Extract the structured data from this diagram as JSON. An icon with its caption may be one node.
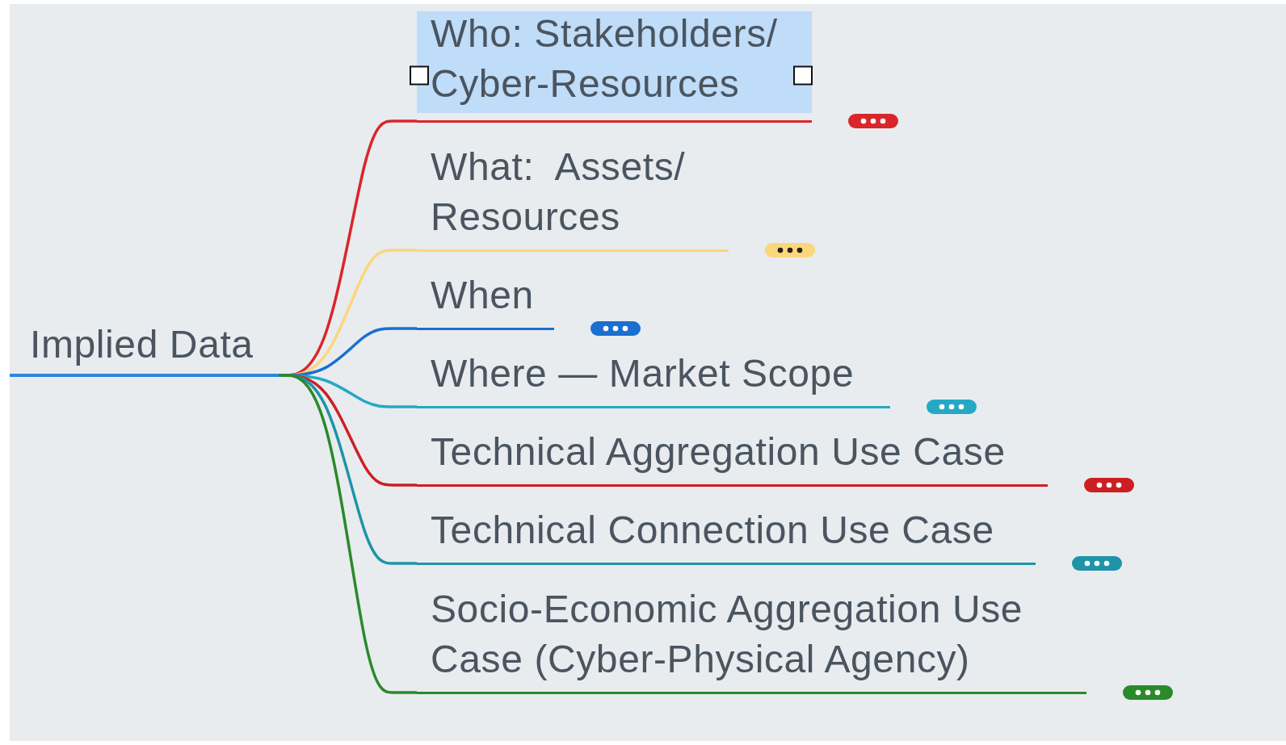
{
  "diagram": {
    "nodes": [
      {
        "text": [
          "Implied Data"
        ]
      },
      {
        "text": [
          "Who: Stakeholders/ Cyber-Resources"
        ]
      },
      {
        "text": [
          "What:  Assets/ Resources"
        ]
      },
      {
        "text": [
          "When"
        ]
      },
      {
        "text": [
          "Where — Market Scope"
        ]
      },
      {
        "text": [
          "Technical Aggregation Use Case"
        ]
      },
      {
        "text": [
          "Technical Connection Use Case"
        ]
      },
      {
        "text": [
          "Socio-Economic Aggregation Use Case (Cyber-Physical Agency)"
        ]
      }
    ],
    "edges": [
      {
        "from": 0,
        "to": 1,
        "arrow": "none",
        "color": "#d9262b"
      },
      {
        "from": 0,
        "to": 2,
        "arrow": "none",
        "color": "#fcd67a"
      },
      {
        "from": 0,
        "to": 3,
        "arrow": "none",
        "color": "#1a6fcf"
      },
      {
        "from": 0,
        "to": 4,
        "arrow": "none",
        "color": "#26a8c4"
      },
      {
        "from": 0,
        "to": 5,
        "arrow": "none",
        "color": "#cc1f24"
      },
      {
        "from": 0,
        "to": 6,
        "arrow": "none",
        "color": "#1f93a8"
      },
      {
        "from": 0,
        "to": 7,
        "arrow": "none",
        "color": "#2a8a2a"
      }
    ]
  }
}
